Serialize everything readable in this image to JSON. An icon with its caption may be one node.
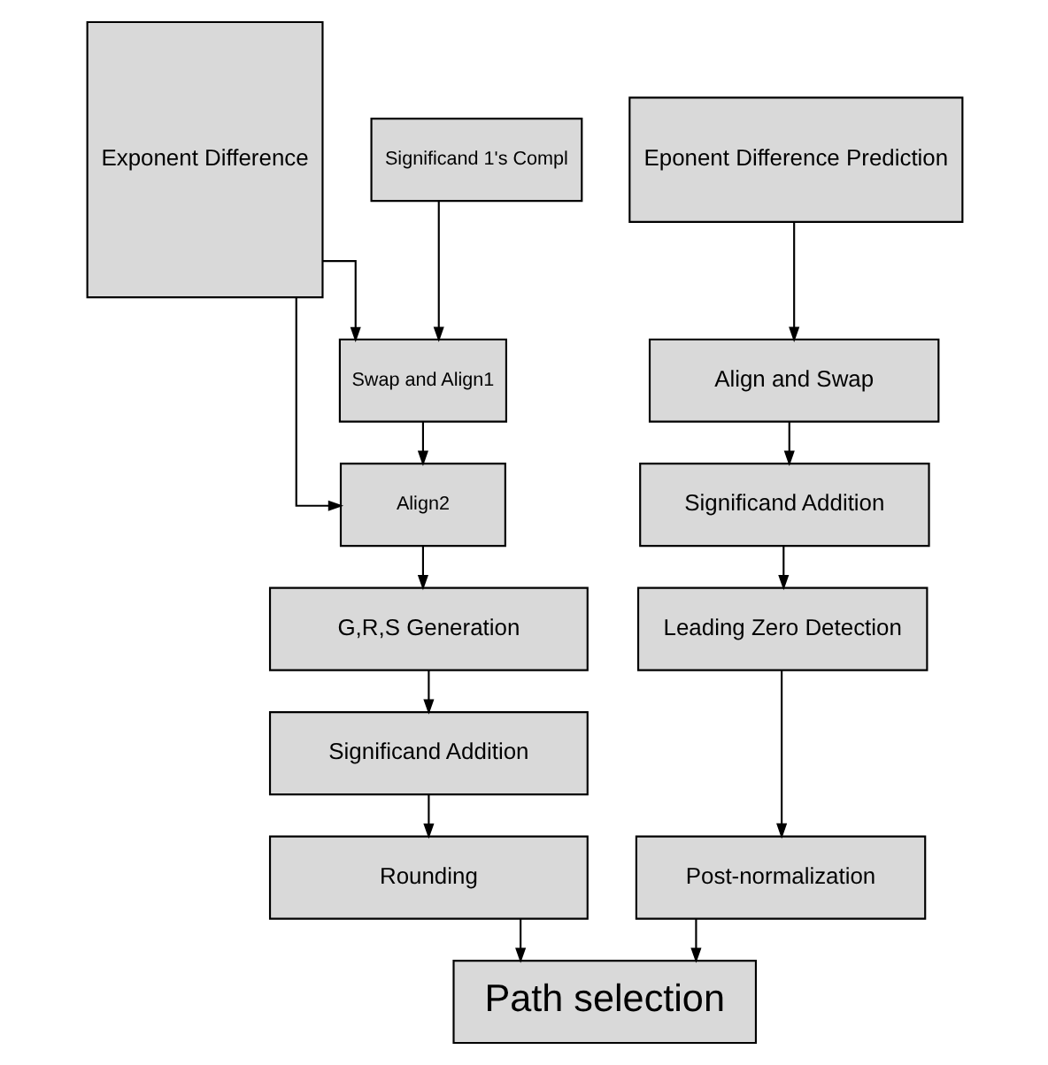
{
  "diagram": {
    "nodes": [
      {
        "text": [
          "Exponent Difference"
        ]
      },
      {
        "text": [
          "Significand 1's Compl"
        ]
      },
      {
        "text": [
          "Swap and Align1"
        ]
      },
      {
        "text": [
          "Align2"
        ]
      },
      {
        "text": [
          "Eponent Difference Prediction"
        ]
      },
      {
        "text": [
          "G,R,S Generation"
        ]
      },
      {
        "text": [
          "Significand Addition"
        ]
      },
      {
        "text": [
          "Rounding"
        ]
      },
      {
        "text": [
          "Align and Swap"
        ]
      },
      {
        "text": [
          "Significand Addition"
        ]
      },
      {
        "text": [
          "Leading Zero Detection"
        ]
      },
      {
        "text": [
          "Post-normalization"
        ]
      },
      {
        "text": [
          "Path selection"
        ]
      }
    ],
    "edges": [
      {
        "from": 0,
        "to": 2,
        "arrow": "to"
      },
      {
        "from": 1,
        "to": 2,
        "arrow": "to"
      },
      {
        "from": 0,
        "to": 3,
        "arrow": "to"
      },
      {
        "from": 2,
        "to": 3,
        "arrow": "to"
      },
      {
        "from": 3,
        "to": 5,
        "arrow": "to"
      },
      {
        "from": 5,
        "to": 6,
        "arrow": "to"
      },
      {
        "from": 6,
        "to": 7,
        "arrow": "to"
      },
      {
        "from": 7,
        "to": 12,
        "arrow": "to"
      },
      {
        "from": 4,
        "to": 8,
        "arrow": "to"
      },
      {
        "from": 8,
        "to": 9,
        "arrow": "to"
      },
      {
        "from": 9,
        "to": 10,
        "arrow": "to"
      },
      {
        "from": 10,
        "to": 11,
        "arrow": "to"
      },
      {
        "from": 11,
        "to": 12,
        "arrow": "to"
      }
    ]
  }
}
